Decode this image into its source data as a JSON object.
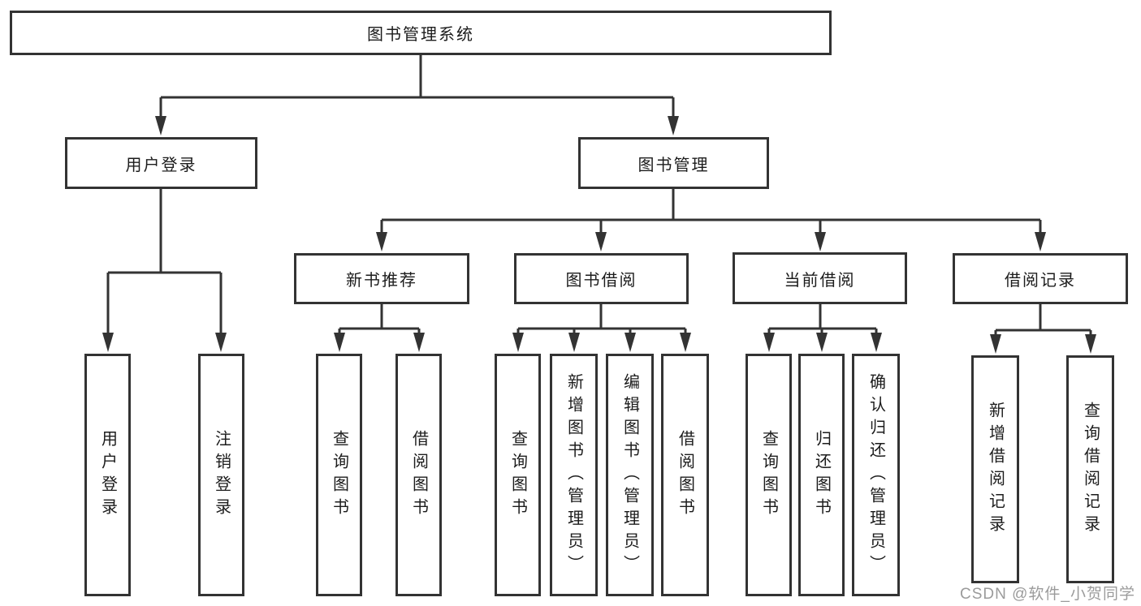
{
  "diagram": {
    "title": "图书管理系统",
    "type": "function-structure-tree",
    "colors": {
      "line": "#333333",
      "box_border": "#333333",
      "box_background": "#ffffff",
      "text": "#1c1c1c",
      "watermark": "#9b9b9b"
    }
  },
  "tree": {
    "root": {
      "label": "图书管理系统",
      "children": [
        {
          "label": "用户登录",
          "children": [
            {
              "label": "用户登录"
            },
            {
              "label": "注销登录"
            }
          ]
        },
        {
          "label": "图书管理",
          "children": [
            {
              "label": "新书推荐",
              "children": [
                {
                  "label": "查询图书"
                },
                {
                  "label": "借阅图书"
                }
              ]
            },
            {
              "label": "图书借阅",
              "children": [
                {
                  "label": "查询图书"
                },
                {
                  "label": "新增图书（管理员）"
                },
                {
                  "label": "编辑图书（管理员）"
                },
                {
                  "label": "借阅图书"
                }
              ]
            },
            {
              "label": "当前借阅",
              "children": [
                {
                  "label": "查询图书"
                },
                {
                  "label": "归还图书"
                },
                {
                  "label": "确认归还（管理员）"
                }
              ]
            },
            {
              "label": "借阅记录",
              "children": [
                {
                  "label": "新增借阅记录"
                },
                {
                  "label": "查询借阅记录"
                }
              ]
            }
          ]
        }
      ]
    }
  },
  "watermark": {
    "text": "CSDN @软件_小贺同学"
  }
}
